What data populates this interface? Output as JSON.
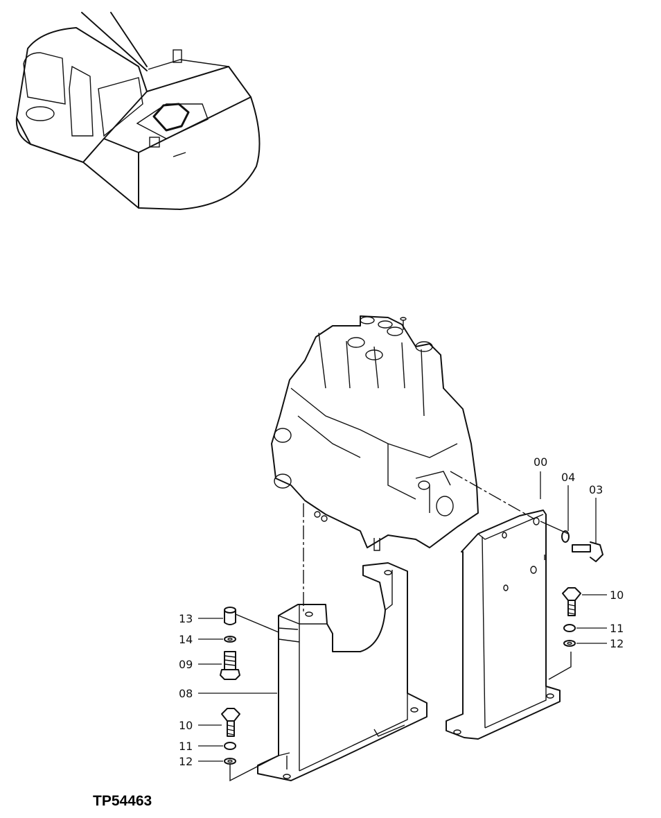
{
  "diagram_code": "TP54463",
  "callouts": {
    "c00": "00",
    "c04": "04",
    "c03": "03",
    "c10_right": "10",
    "c11_right": "11",
    "c12_right": "12",
    "c13": "13",
    "c14": "14",
    "c09": "09",
    "c08": "08",
    "c10_left": "10",
    "c11_left": "11",
    "c12_left": "12"
  }
}
